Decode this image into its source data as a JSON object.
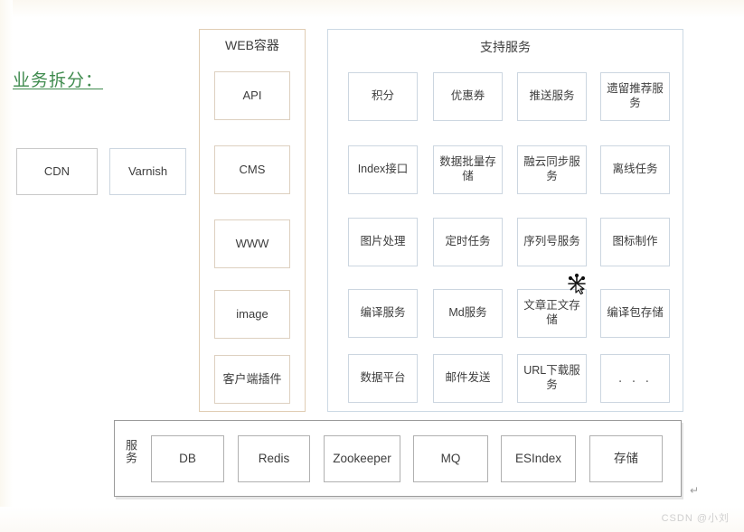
{
  "section": {
    "title": "业务拆分："
  },
  "edge_nodes": [
    {
      "label": "CDN",
      "style": "gray"
    },
    {
      "label": "Varnish",
      "style": "blue"
    }
  ],
  "web_container": {
    "title": "WEB容器",
    "border_color": "#e0cdb4",
    "items": [
      {
        "label": "API"
      },
      {
        "label": "CMS"
      },
      {
        "label": "WWW"
      },
      {
        "label": "image"
      },
      {
        "label": "客户端插件"
      }
    ]
  },
  "support_container": {
    "title": "支持服务",
    "border_color": "#ccd9e4",
    "rows": [
      [
        {
          "label": "积分"
        },
        {
          "label": "优惠券"
        },
        {
          "label": "推送服务"
        },
        {
          "label": "遗留推荐服务"
        }
      ],
      [
        {
          "label": "Index接口"
        },
        {
          "label": "数据批量存储"
        },
        {
          "label": "融云同步服务"
        },
        {
          "label": "离线任务"
        }
      ],
      [
        {
          "label": "图片处理"
        },
        {
          "label": "定时任务"
        },
        {
          "label": "序列号服务"
        },
        {
          "label": "图标制作"
        }
      ],
      [
        {
          "label": "编译服务"
        },
        {
          "label": "Md服务"
        },
        {
          "label": "文章正文存储"
        },
        {
          "label": "编译包存储"
        }
      ],
      [
        {
          "label": "数据平台"
        },
        {
          "label": "邮件发送"
        },
        {
          "label": "URL下载服务"
        },
        {
          "label": ". . ."
        }
      ]
    ]
  },
  "service_bar": {
    "label": "服务",
    "border_color": "#9a9a9a",
    "items": [
      {
        "label": "DB"
      },
      {
        "label": "Redis"
      },
      {
        "label": "Zookeeper"
      },
      {
        "label": "MQ"
      },
      {
        "label": "ESIndex"
      },
      {
        "label": "存储"
      }
    ]
  },
  "marks": {
    "pilcrow": "↵"
  },
  "watermark": {
    "text": "CSDN @小刘"
  },
  "colors": {
    "title_green": "#3f8b4e",
    "text_gray": "#3d3d3d",
    "tan_border": "#ddd0c0",
    "blue_border": "#ccd6e0",
    "gray_border": "#b0b0b0",
    "watermark_gray": "#cfcfcf",
    "background": "#ffffff"
  },
  "cursor": {
    "type": "move-cursor"
  }
}
